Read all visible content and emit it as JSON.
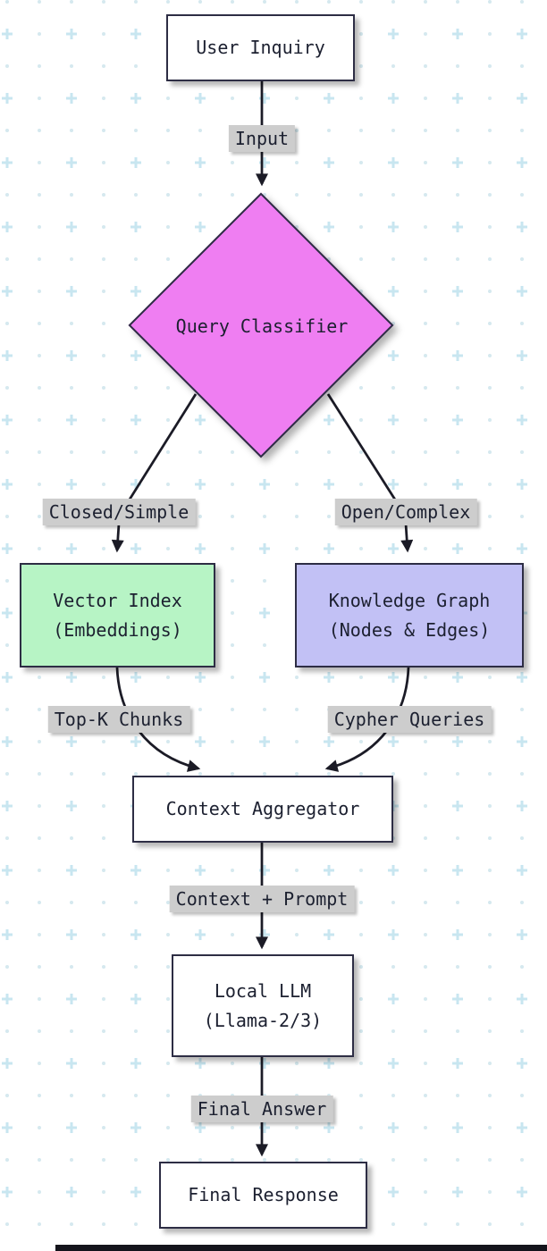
{
  "nodes": {
    "user_inquiry": {
      "label": "User Inquiry"
    },
    "query_classifier": {
      "label": "Query Classifier"
    },
    "vector_index": {
      "line1": "Vector Index",
      "line2": "(Embeddings)"
    },
    "knowledge_graph": {
      "line1": "Knowledge Graph",
      "line2": "(Nodes & Edges)"
    },
    "context_aggregator": {
      "label": "Context Aggregator"
    },
    "local_llm": {
      "line1": "Local LLM",
      "line2": "(Llama-2/3)"
    },
    "final_response": {
      "label": "Final Response"
    }
  },
  "edge_labels": {
    "input": "Input",
    "closed_simple": "Closed/Simple",
    "open_complex": "Open/Complex",
    "top_k_chunks": "Top-K Chunks",
    "cypher_queries": "Cypher Queries",
    "context_prompt": "Context + Prompt",
    "final_answer": "Final Answer"
  },
  "colors": {
    "node_fill": "#ffffff",
    "classifier_fill": "#ef7ef2",
    "vector_index_fill": "#b7f4c5",
    "knowledge_graph_fill": "#c2c1f5",
    "label_bg": "#cdcdcd",
    "border": "#2d2d44",
    "line": "#1b1b26",
    "text": "#1c2030",
    "pattern_plus": "#c8e6f0",
    "pattern_dot": "#d5e9ef"
  }
}
